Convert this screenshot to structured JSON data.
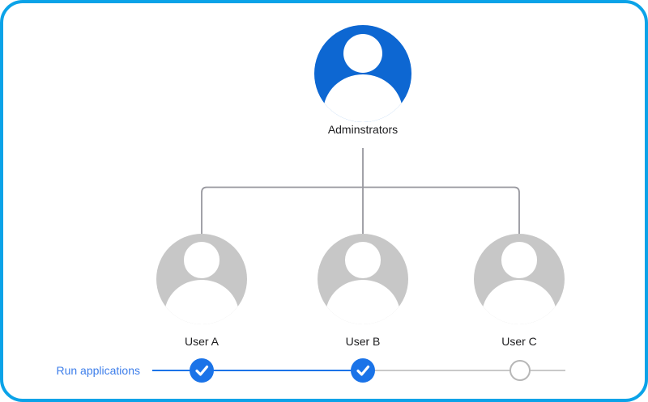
{
  "frame": {
    "border_color": "#0ba3e8",
    "background": "#ffffff"
  },
  "org_chart": {
    "root": {
      "label": "Adminstrators",
      "avatar_color": "#0d67d2",
      "avatar_icon": "person-icon"
    },
    "connector_color": "#98989f",
    "children": [
      {
        "label": "User A",
        "avatar_color": "#c7c7c7",
        "run_applications": true
      },
      {
        "label": "User B",
        "avatar_color": "#c7c7c7",
        "run_applications": true
      },
      {
        "label": "User C",
        "avatar_color": "#c7c7c7",
        "run_applications": false
      }
    ]
  },
  "permission_row": {
    "label": "Run applications",
    "label_color": "#3d7eea",
    "active_line_color": "#1a73e8",
    "inactive_line_color": "#c9c9c9",
    "check_color": "#1a73e8",
    "checked_count": 2,
    "unchecked_count": 1
  }
}
